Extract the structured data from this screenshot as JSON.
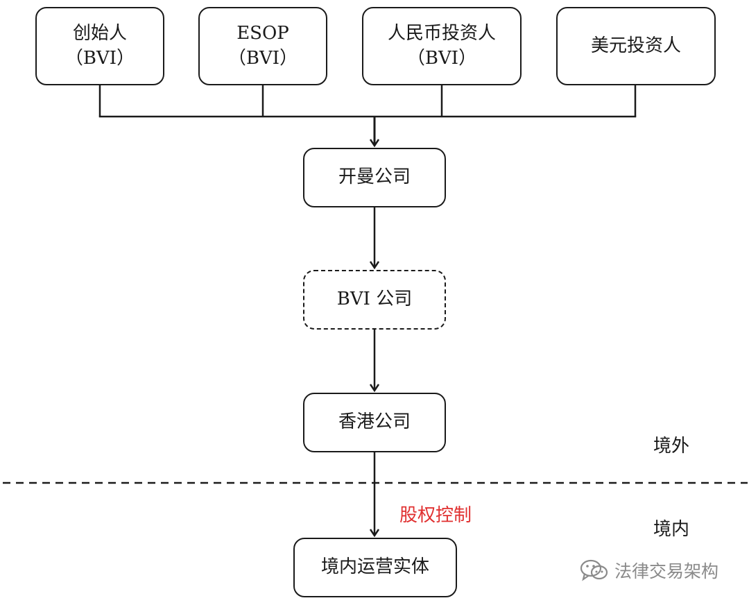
{
  "nodes": {
    "founder": {
      "line1": "创始人",
      "line2": "（BVI）"
    },
    "esop": {
      "line1": "ESOP",
      "line2": "（BVI）"
    },
    "rmb_investor": {
      "line1": "人民币投资人",
      "line2": "（BVI）"
    },
    "usd_investor": {
      "line1": "美元投资人"
    },
    "cayman": {
      "line1": "开曼公司"
    },
    "bvi": {
      "line1": "BVI 公司"
    },
    "hk": {
      "line1": "香港公司"
    },
    "onshore": {
      "line1": "境内运营实体"
    }
  },
  "labels": {
    "equity_control": "股权控制",
    "offshore": "境外",
    "onshore": "境内"
  },
  "watermark": {
    "text": "法律交易架构",
    "icon": "wechat-icon"
  },
  "colors": {
    "stroke": "#1a1a1a",
    "accent_red": "#e03030",
    "watermark": "#8a8a8a"
  }
}
